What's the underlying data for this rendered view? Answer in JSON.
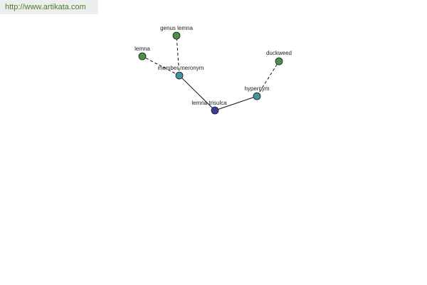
{
  "site": {
    "url": "http://www.artikata.com"
  },
  "colors": {
    "leaf_node": "#4f8d4a",
    "relation_node": "#3f9497",
    "center_node": "#3c3c9a",
    "edge": "#111111",
    "url_text": "#4a7a2c"
  },
  "graph": {
    "nodes": [
      {
        "id": "genus_lemna",
        "label": "genus lemna",
        "kind": "leaf"
      },
      {
        "id": "lemna",
        "label": "lemna",
        "kind": "leaf"
      },
      {
        "id": "member_meronym",
        "label": "member meronym",
        "kind": "relation"
      },
      {
        "id": "lemna_trisulca",
        "label": "lemna trisulca",
        "kind": "center"
      },
      {
        "id": "hypernym",
        "label": "hypernym",
        "kind": "relation"
      },
      {
        "id": "duckweed",
        "label": "duckweed",
        "kind": "leaf"
      }
    ],
    "edges": [
      {
        "from": "lemna_trisulca",
        "to": "member_meronym",
        "style": "solid"
      },
      {
        "from": "lemna_trisulca",
        "to": "hypernym",
        "style": "solid"
      },
      {
        "from": "member_meronym",
        "to": "genus_lemna",
        "style": "dashed"
      },
      {
        "from": "member_meronym",
        "to": "lemna",
        "style": "dashed"
      },
      {
        "from": "hypernym",
        "to": "duckweed",
        "style": "dashed"
      }
    ]
  }
}
